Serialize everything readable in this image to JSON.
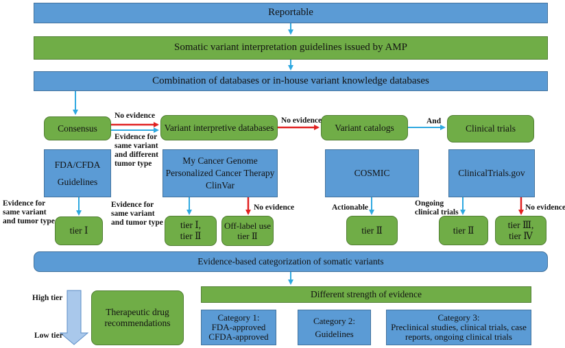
{
  "boxes": {
    "reportable": "Reportable",
    "amp": "Somatic variant interpretation guidelines issued by AMP",
    "combination": "Combination of databases or in-house variant knowledge databases",
    "consensus": "Consensus",
    "variant_interpretive": "Variant interpretive databases",
    "variant_catalogs": "Variant catalogs",
    "clinical_trials": "Clinical trials",
    "fda_cfda": "FDA/CFDA",
    "guidelines": "Guidelines",
    "my_cancer_genome": "My Cancer Genome",
    "personalized": "Personalized Cancer Therapy",
    "clinvar": "ClinVar",
    "cosmic": "COSMIC",
    "clinicaltrials_gov": "ClinicalTrials.gov",
    "tier_1": "tier Ⅰ",
    "tier_1_2_a": "tier Ⅰ,",
    "tier_1_2_b": "tier Ⅱ",
    "off_label_a": "Off-label use",
    "off_label_b": "tier Ⅱ",
    "cosmic_tier": "tier Ⅱ",
    "ongoing_tier": "tier Ⅱ",
    "tier_3_4_a": "tier Ⅲ,",
    "tier_3_4_b": "tier Ⅳ",
    "evidence_based": "Evidence-based categorization of somatic variants",
    "therapeutic_a": "Therapeutic drug",
    "therapeutic_b": "recommendations",
    "different_strength": "Different strength of evidence",
    "cat1_a": "Category 1:",
    "cat1_b": "FDA-approved",
    "cat1_c": "CFDA-approved",
    "cat2_a": "Category 2:",
    "cat2_b": "Guidelines",
    "cat3_a": "Category 3:",
    "cat3_b": "Preclinical studies, clinical trials, case",
    "cat3_c": "reports, ongoing clinical trials"
  },
  "labels": {
    "no_evidence_1": "No evidence",
    "evidence_different_a": "Evidence for",
    "evidence_different_b": "same variant",
    "evidence_different_c": "and different",
    "evidence_different_d": "tumor type",
    "no_evidence_2": "No evidence",
    "and": "And",
    "evidence_same_left_a": "Evidence for",
    "evidence_same_left_b": "same variant",
    "evidence_same_left_c": "and tumor type",
    "evidence_same_mid_a": "Evidence for",
    "evidence_same_mid_b": "same variant",
    "evidence_same_mid_c": "and tumor type",
    "no_evidence_3": "No evidence",
    "actionable": "Actionable",
    "ongoing_a": "Ongoing",
    "ongoing_b": "clinical trials",
    "no_evidence_4": "No evidence",
    "high_tier": "High tier",
    "low_tier": "Low tier"
  },
  "colors": {
    "box_blue": "#5b9bd5",
    "box_green": "#70ad47",
    "arrow_blue": "#2ea8e0",
    "arrow_red": "#e02020",
    "tier_arrow": "#a9c8eb"
  }
}
